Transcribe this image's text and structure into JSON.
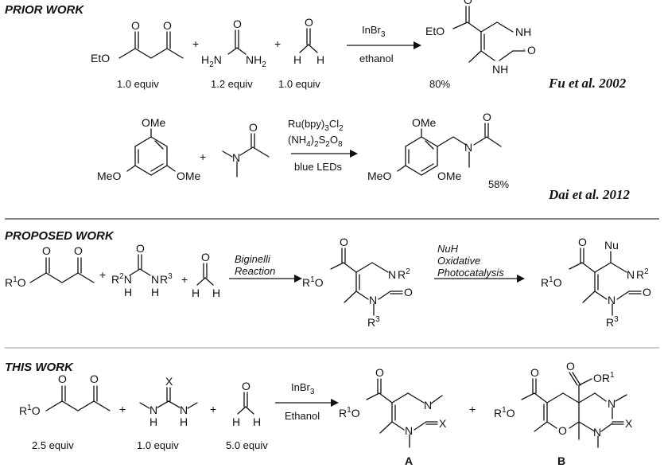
{
  "sections": {
    "prior": "PRIOR WORK",
    "proposed": "PROPOSED WORK",
    "this": "THIS WORK"
  },
  "citations": {
    "fu": "Fu et al. 2002",
    "dai": "Dai et al. 2012"
  },
  "equiv": {
    "prior_1": "1.0 equiv",
    "prior_2": "1.2 equiv",
    "prior_3": "1.0 equiv",
    "this_1": "2.5 equiv",
    "this_2": "1.0 equiv",
    "this_3": "5.0 equiv"
  },
  "yields": {
    "fu": "80%",
    "dai": "58%"
  },
  "conditions": {
    "fu_catalyst": "InBr3",
    "fu_solvent": "ethanol",
    "dai_1": "Ru(bpy)3Cl2",
    "dai_2": "(NH4)2S2O8",
    "dai_3": "blue LEDs",
    "biginelli_1": "Biginelli",
    "biginelli_2": "Reaction",
    "nu_1": "NuH",
    "nu_2": "Oxidative",
    "nu_3": "Photocatalysis",
    "this_catalyst": "InBr3",
    "this_solvent": "Ethanol"
  },
  "product_labels": {
    "a": "A",
    "b": "B"
  }
}
